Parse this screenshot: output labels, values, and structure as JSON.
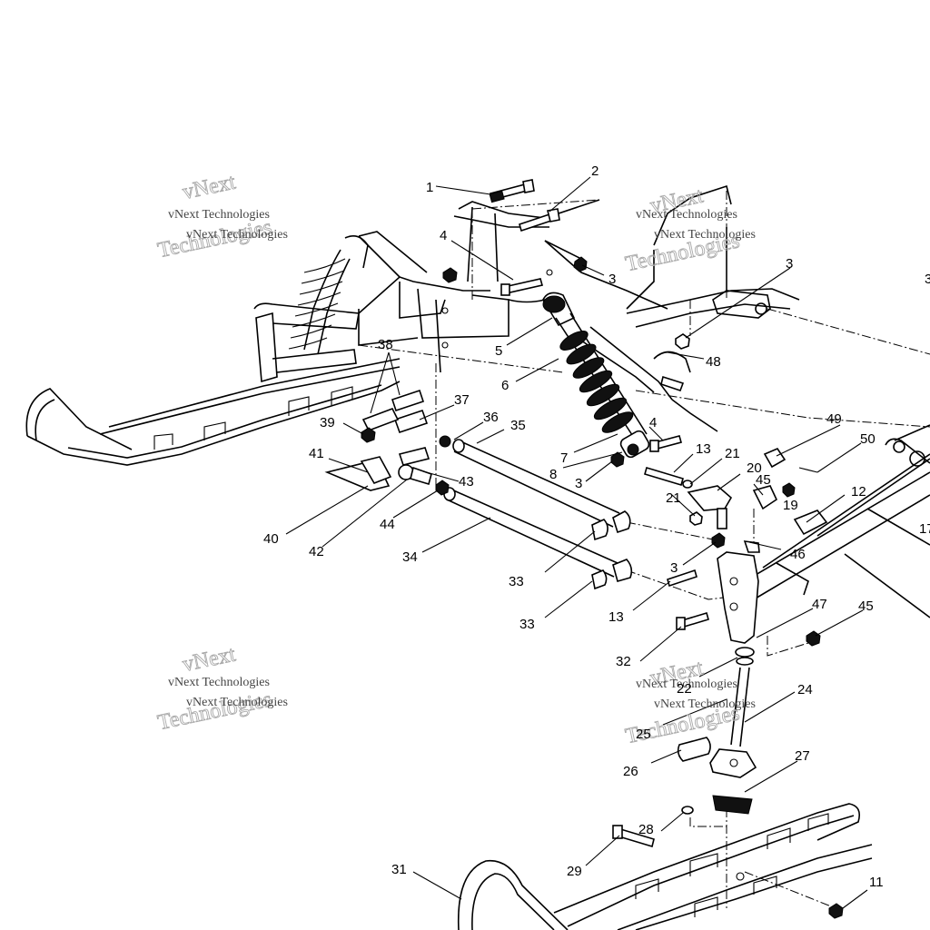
{
  "watermark": {
    "small": "vNext Technologies",
    "large_top": "vNext",
    "large_bottom": "Technologies"
  },
  "callouts": [
    "1",
    "2",
    "3",
    "3",
    "3",
    "3",
    "3",
    "4",
    "4",
    "5",
    "6",
    "7",
    "8",
    "11",
    "12",
    "13",
    "13",
    "17",
    "19",
    "20",
    "21",
    "21",
    "22",
    "24",
    "25",
    "26",
    "27",
    "28",
    "29",
    "31",
    "32",
    "33",
    "33",
    "34",
    "35",
    "36",
    "37",
    "38",
    "39",
    "40",
    "41",
    "42",
    "43",
    "44",
    "45",
    "45",
    "46",
    "47",
    "48",
    "49",
    "50"
  ]
}
